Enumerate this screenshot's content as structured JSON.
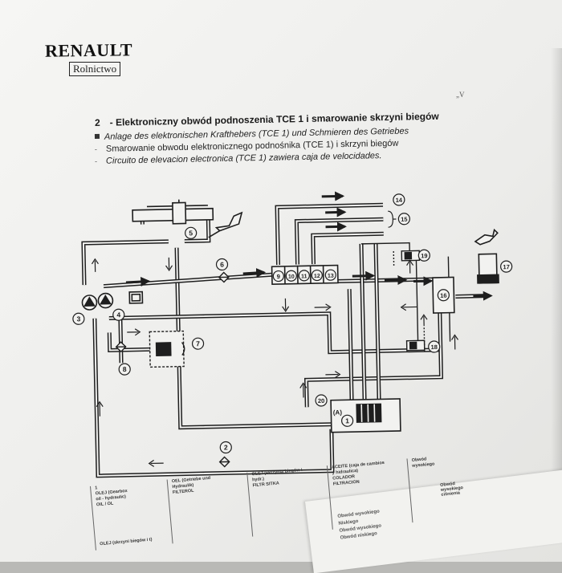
{
  "logo": {
    "brand": "RENAULT",
    "sub": "Rolnictwo"
  },
  "corner_mark": "„V",
  "section": {
    "number": "2",
    "title": "- Elektroniczny obwód podnoszenia TCE 1 i smarowanie skrzyni biegów",
    "lines": [
      "Anlage des elektronischen Krafthebers (TCE 1) und Schmieren des Getriebes",
      "Smarowanie obwodu elektronicznego podnośnika (TCE 1) i skrzyni biegów",
      "Circuito de elevacion electronica (TCE 1) zawiera caja de velocidades."
    ]
  },
  "diagram": {
    "labels": [
      "1",
      "2",
      "3",
      "4",
      "5",
      "6",
      "7",
      "8",
      "9",
      "10",
      "11",
      "12",
      "13",
      "14",
      "15",
      "16",
      "17",
      "18",
      "19",
      "20"
    ],
    "pump_label": "(A)",
    "colors": {
      "line": "#1e1e1e",
      "page": "#f2f2f0"
    }
  },
  "legend": {
    "columns": [
      [
        "1",
        "OLEJ (Gearbox",
        "oil - hydraulic)",
        "OIL / ÖL"
      ],
      [
        "OEL (Getriebe und",
        "Hydraulik)",
        "FILTERÖL"
      ],
      [
        "OLEJ (skrzynia biegów i",
        "hydr.)",
        "FILTR SITKA"
      ],
      [
        "ACEITE (caja de cambios",
        "y hidraulica)",
        "COLADOR",
        "FILTRACIÓN"
      ],
      [
        "Obwód",
        "wysokiego"
      ]
    ],
    "bottom": "OLEJ (skrzyni biegów i t)",
    "right": [
      "Obwód",
      "wysokiego",
      "ciśnienia"
    ]
  },
  "under_page": [
    "Obwód    wysokiego",
    "Niskiego",
    "Obwód wysokiego",
    "Obwód niskiego"
  ]
}
